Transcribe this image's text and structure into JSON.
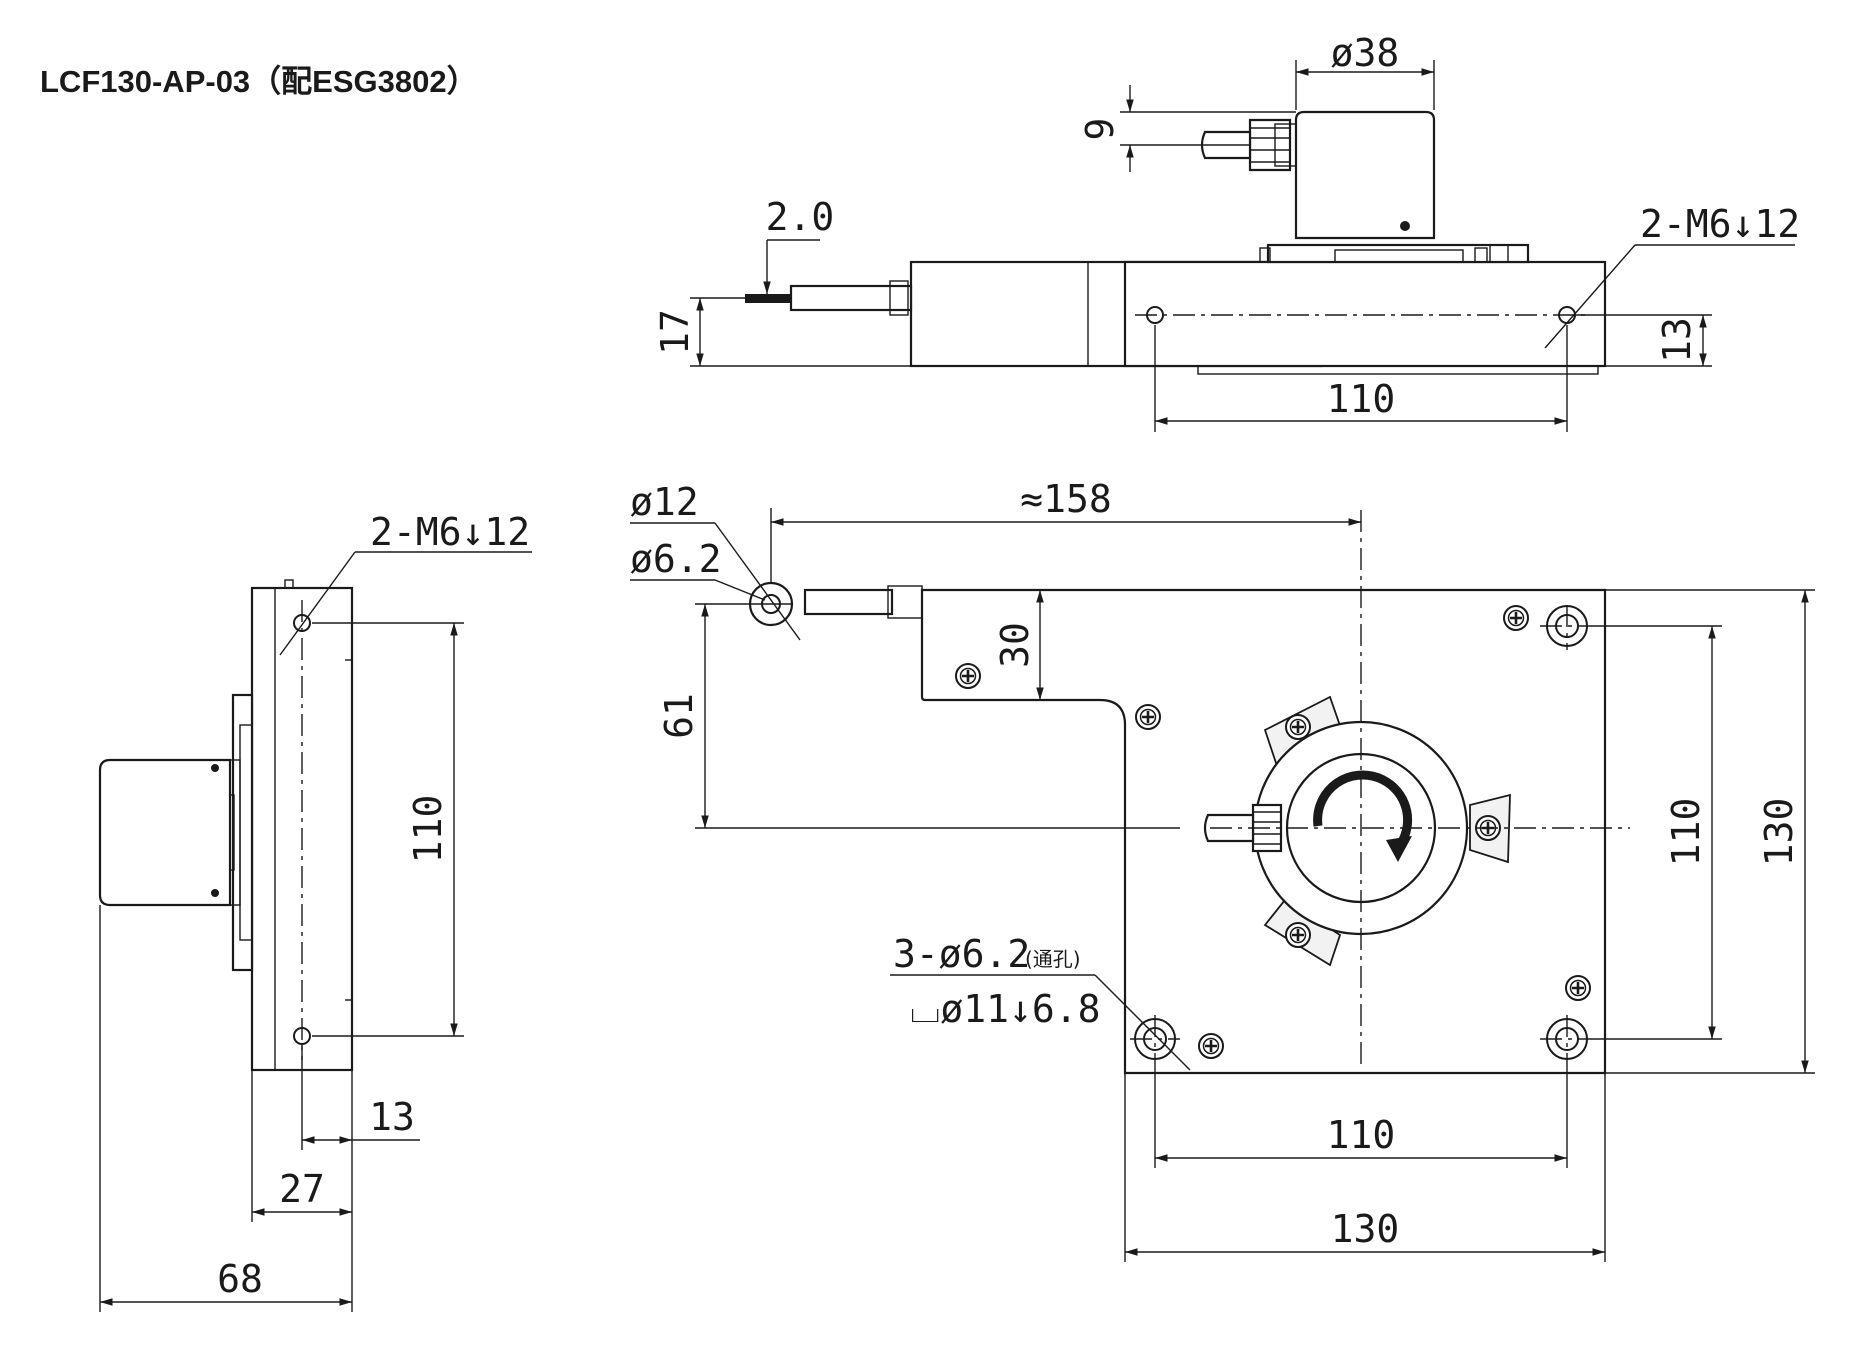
{
  "title": "LCF130-AP-03（配ESG3802）",
  "top_view": {
    "dia_38": "ø38",
    "dim_9": "9",
    "dim_2_0": "2.0",
    "dim_17": "17",
    "dim_13": "13",
    "dim_110": "110",
    "thread_label": "2-M6↓12"
  },
  "front_view": {
    "dia_12": "ø12",
    "dia_6_2": "ø6.2",
    "dim_158": "≈158",
    "dim_30": "30",
    "dim_61": "61",
    "dim_110_v": "110",
    "dim_130_v": "130",
    "dim_110_h": "110",
    "dim_130_h": "130",
    "hole_label": "3-ø6.2",
    "hole_note": "(通孔)",
    "counterbore_label": "⌴ø11↓6.8"
  },
  "side_view": {
    "thread_label": "2-M6↓12",
    "dim_110": "110",
    "dim_13": "13",
    "dim_27": "27",
    "dim_68": "68"
  }
}
